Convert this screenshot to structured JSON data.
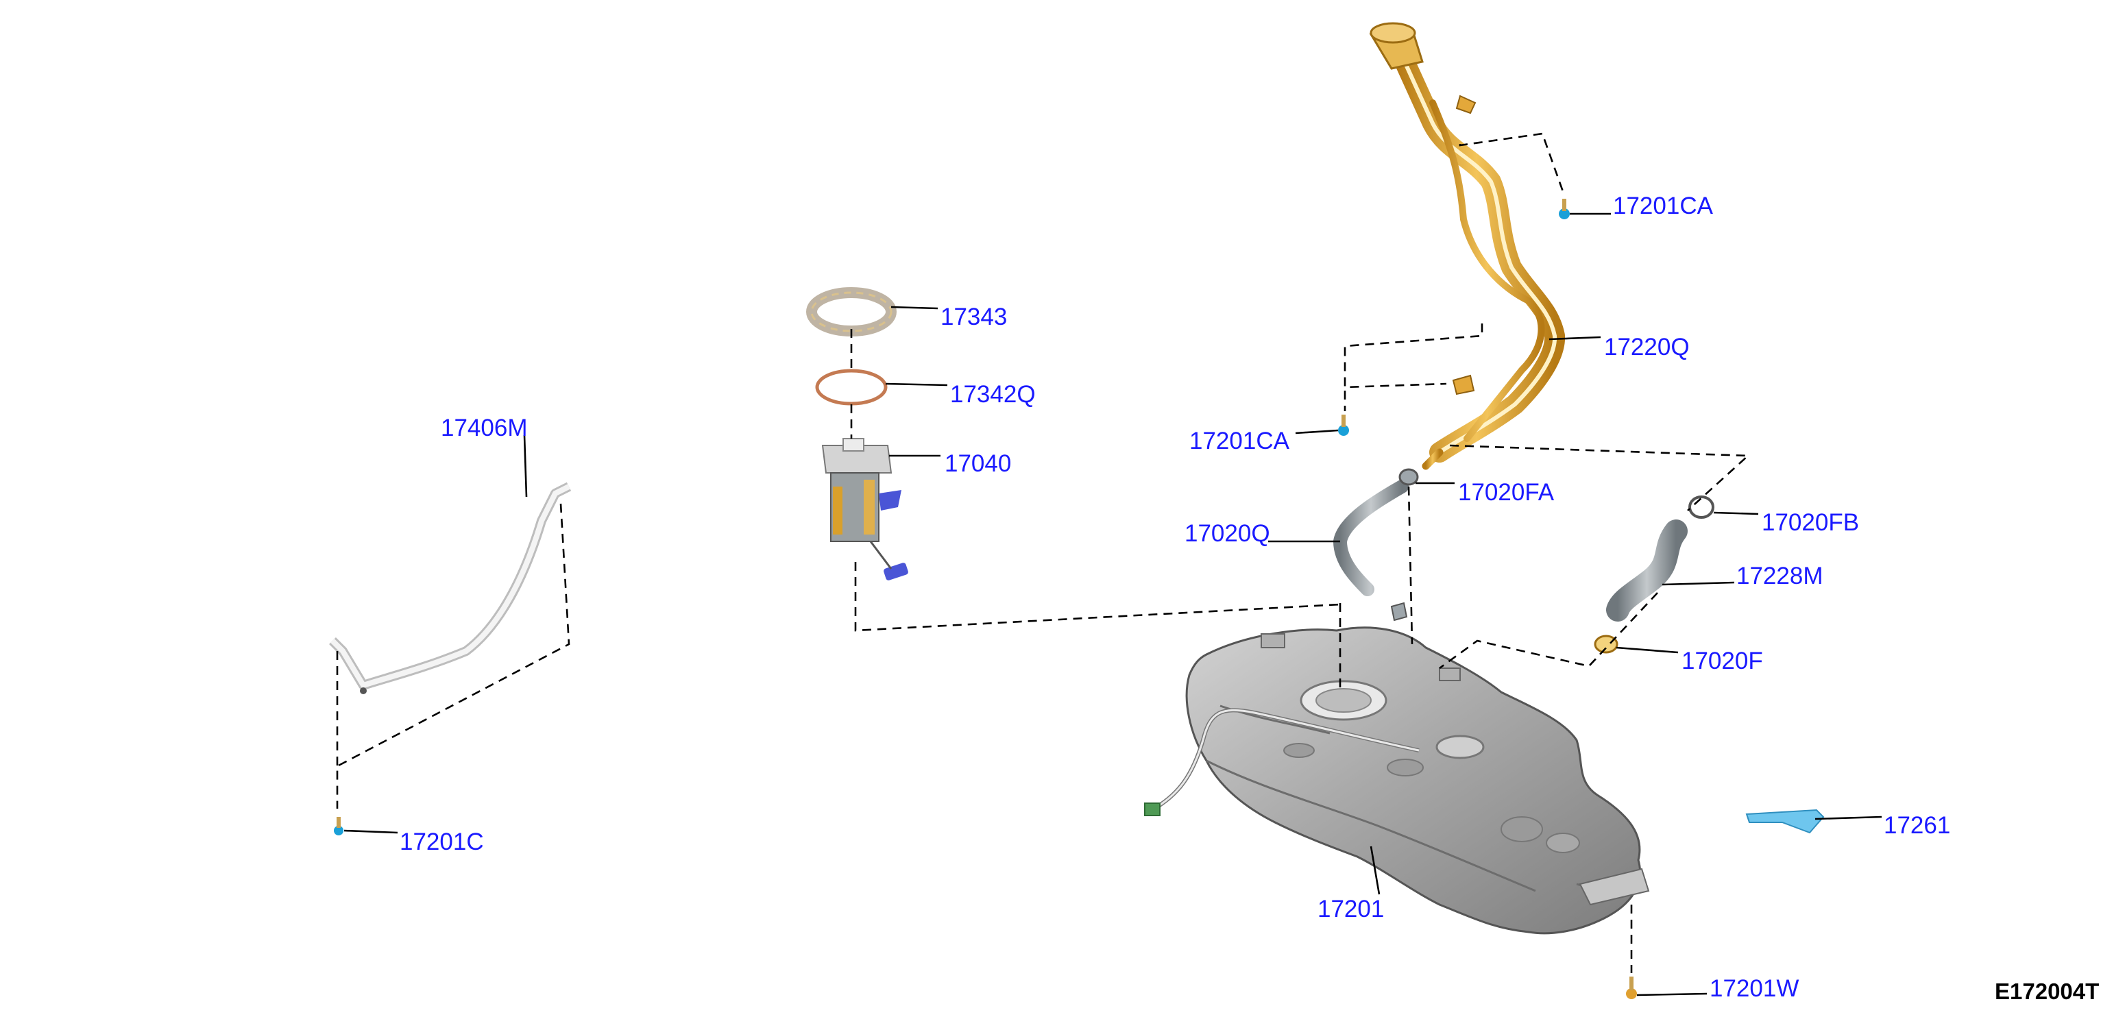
{
  "diagram": {
    "code": "E172004T",
    "callouts": [
      {
        "id": "17201CA_top",
        "text": "17201CA"
      },
      {
        "id": "17220Q",
        "text": "17220Q"
      },
      {
        "id": "17201CA_mid",
        "text": "17201CA"
      },
      {
        "id": "17343",
        "text": "17343"
      },
      {
        "id": "17342Q",
        "text": "17342Q"
      },
      {
        "id": "17040",
        "text": "17040"
      },
      {
        "id": "17406M",
        "text": "17406M"
      },
      {
        "id": "17020FA",
        "text": "17020FA"
      },
      {
        "id": "17020Q",
        "text": "17020Q"
      },
      {
        "id": "17020FB",
        "text": "17020FB"
      },
      {
        "id": "17228M",
        "text": "17228M"
      },
      {
        "id": "17020F",
        "text": "17020F"
      },
      {
        "id": "17201C",
        "text": "17201C"
      },
      {
        "id": "17261",
        "text": "17261"
      },
      {
        "id": "17201",
        "text": "17201"
      },
      {
        "id": "17201W",
        "text": "17201W"
      }
    ],
    "colors": {
      "label": "#1a1aff",
      "filler_tube": "#d9a02b",
      "tank": "#9a9a9a",
      "hose": "#8f969b",
      "bracket": "#6ec6ee",
      "pump_connector": "#4a55d6"
    }
  }
}
